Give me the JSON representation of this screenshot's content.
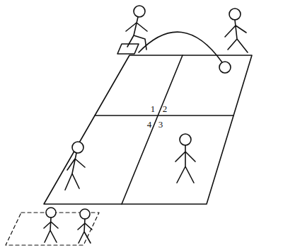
{
  "diagram": {
    "labels": [
      "1",
      "2",
      "4",
      "3"
    ]
  }
}
